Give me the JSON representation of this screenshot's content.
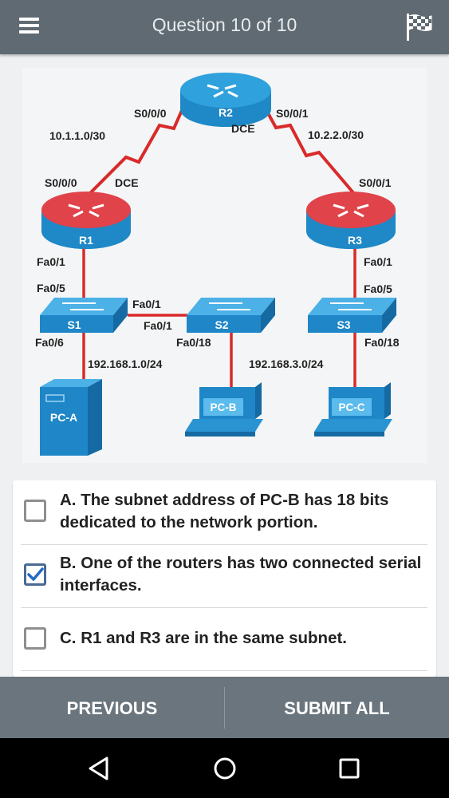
{
  "header": {
    "title": "Question 10 of 10",
    "menu_icon": "hamburger-menu-icon",
    "flag_icon": "checkered-flag-icon"
  },
  "diagram": {
    "routers": {
      "r1": "R1",
      "r2": "R2",
      "r3": "R3"
    },
    "switches": {
      "s1": "S1",
      "s2": "S2",
      "s3": "S3"
    },
    "pcs": {
      "pca": "PC-A",
      "pcb": "PC-B",
      "pcc": "PC-C"
    },
    "labels": {
      "r2_s000": "S0/0/0",
      "r2_s001": "S0/0/1",
      "r2_dce": "DCE",
      "net_12": "10.1.1.0/30",
      "net_23": "10.2.2.0/30",
      "r1_s000": "S0/0/0",
      "r1_dce": "DCE",
      "r3_s001": "S0/0/1",
      "r1_fa01": "Fa0/1",
      "r3_fa01": "Fa0/1",
      "s1_fa05": "Fa0/5",
      "s3_fa05": "Fa0/5",
      "s1_fa01": "Fa0/1",
      "s2_fa01": "Fa0/1",
      "s1_fa06": "Fa0/6",
      "s2_fa018": "Fa0/18",
      "s3_fa018": "Fa0/18",
      "lan1": "192.168.1.0/24",
      "lan3": "192.168.3.0/24"
    },
    "colors": {
      "serial": "#d92a2a",
      "router_top": "#e0434a",
      "router_body": "#1f88c6",
      "device_blue": "#1f86c8"
    }
  },
  "options": [
    {
      "text": "A. The subnet address of PC-B has 18 bits dedicated to the network portion.",
      "checked": false
    },
    {
      "text": "B. One of the routers has two connected serial interfaces.",
      "checked": true
    },
    {
      "text": "C. R1 and R3 are in the same subnet.",
      "checked": false
    }
  ],
  "footer": {
    "previous_label": "PREVIOUS",
    "submit_label": "SUBMIT ALL"
  },
  "navbar": {
    "back_icon": "back-triangle-icon",
    "home_icon": "home-circle-icon",
    "recents_icon": "recents-square-icon"
  }
}
